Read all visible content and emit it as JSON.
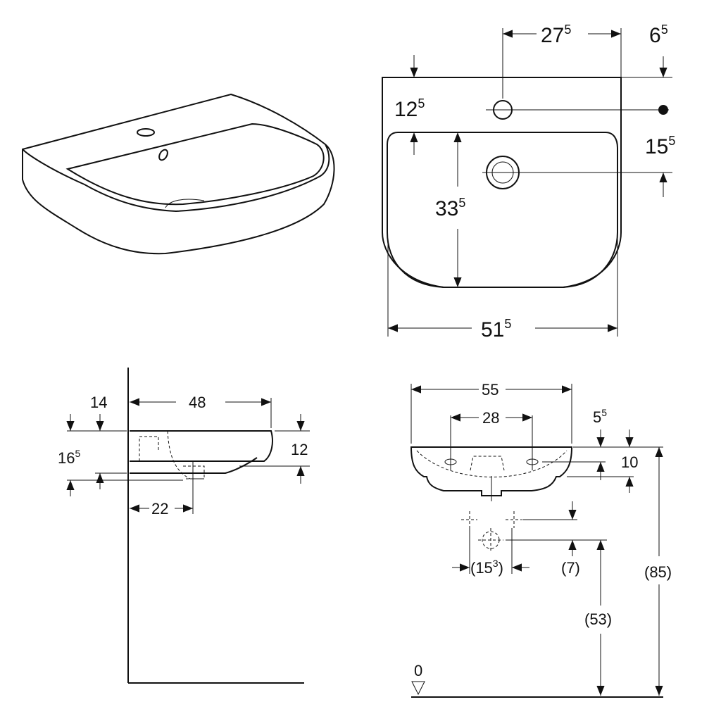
{
  "top_view": {
    "dim_faucet_offset": {
      "main": "27",
      "sup": "5"
    },
    "dim_right_margin": {
      "main": "6",
      "sup": "5"
    },
    "dim_top_to_basin": {
      "main": "12",
      "sup": "5"
    },
    "dim_faucet_to_drain": {
      "main": "15",
      "sup": "5"
    },
    "dim_basin_depth": {
      "main": "33",
      "sup": "5"
    },
    "dim_basin_width": {
      "main": "51",
      "sup": "5"
    }
  },
  "side_view": {
    "dim_depth": "48",
    "dim_14": "14",
    "dim_165": {
      "main": "16",
      "sup": "5"
    },
    "dim_12": "12",
    "dim_drain_offset": "22"
  },
  "front_view": {
    "dim_width": "55",
    "dim_tap_spacing": "28",
    "dim_55": {
      "main": "5",
      "sup": "5"
    },
    "dim_10": "10",
    "dim_153": {
      "pre": "(15",
      "sup": "3",
      "post": ")"
    },
    "dim_7": "(7)",
    "dim_85": "(85)",
    "dim_53": "(53)",
    "floor_level": "0"
  }
}
